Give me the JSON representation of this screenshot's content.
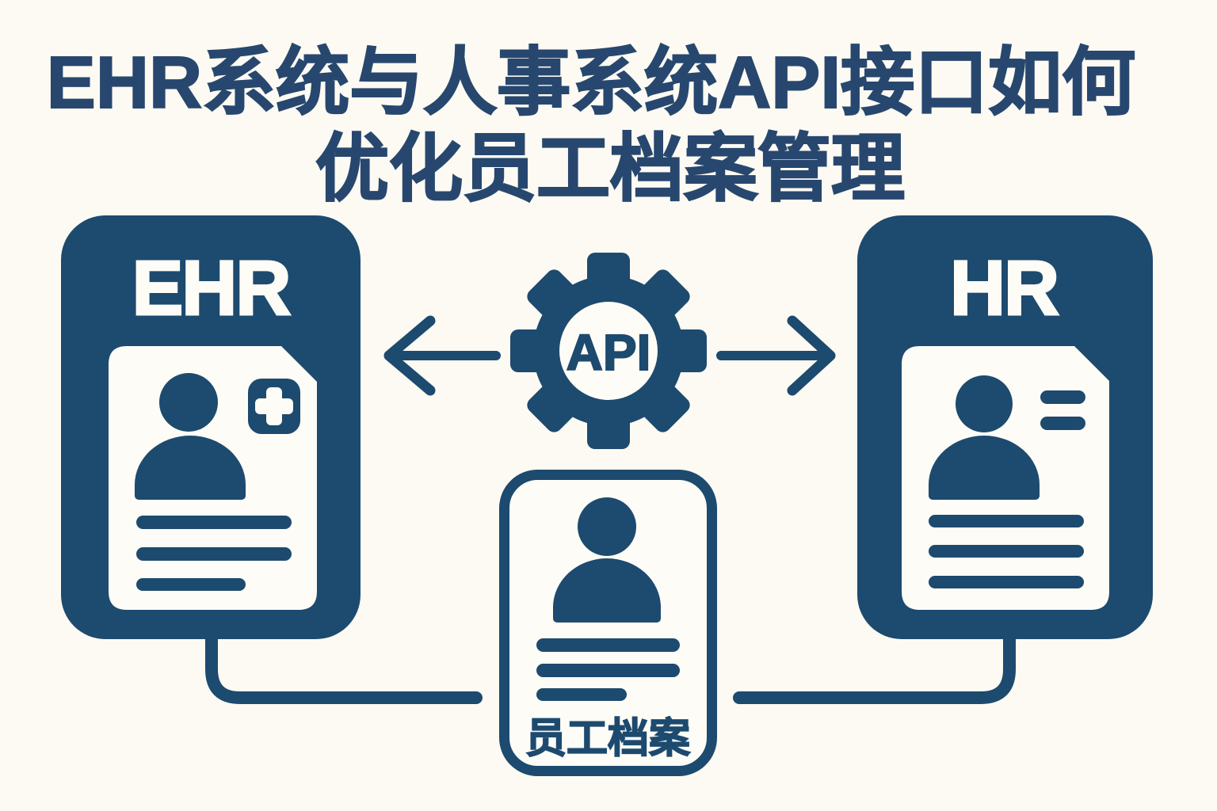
{
  "title": {
    "line1": "EHR系统与人事系统API接口如何",
    "line2": "优化员工档案管理"
  },
  "systems": {
    "ehr": {
      "label": "EHR"
    },
    "hr": {
      "label": "HR"
    }
  },
  "connector": {
    "label": "API"
  },
  "employee_record": {
    "label": "员工档案"
  },
  "icons": {
    "gear_icon": "8-tooth cog wheel around API label",
    "person_icon": "head circle with rounded shoulders",
    "plus_icon": "white cross in rounded blue square",
    "document_card_icon": "white sheet with folded top-right corner",
    "text_lines_icon": "horizontal rounded text bars",
    "arrow_left_icon": "open-head arrow pointing left",
    "arrow_right_icon": "open-head arrow pointing right"
  },
  "colors": {
    "primary_blue": "#1d4a6f",
    "title_blue": "#27476f",
    "background": "#fcfaf2",
    "card_white": "#fdfcf6"
  }
}
